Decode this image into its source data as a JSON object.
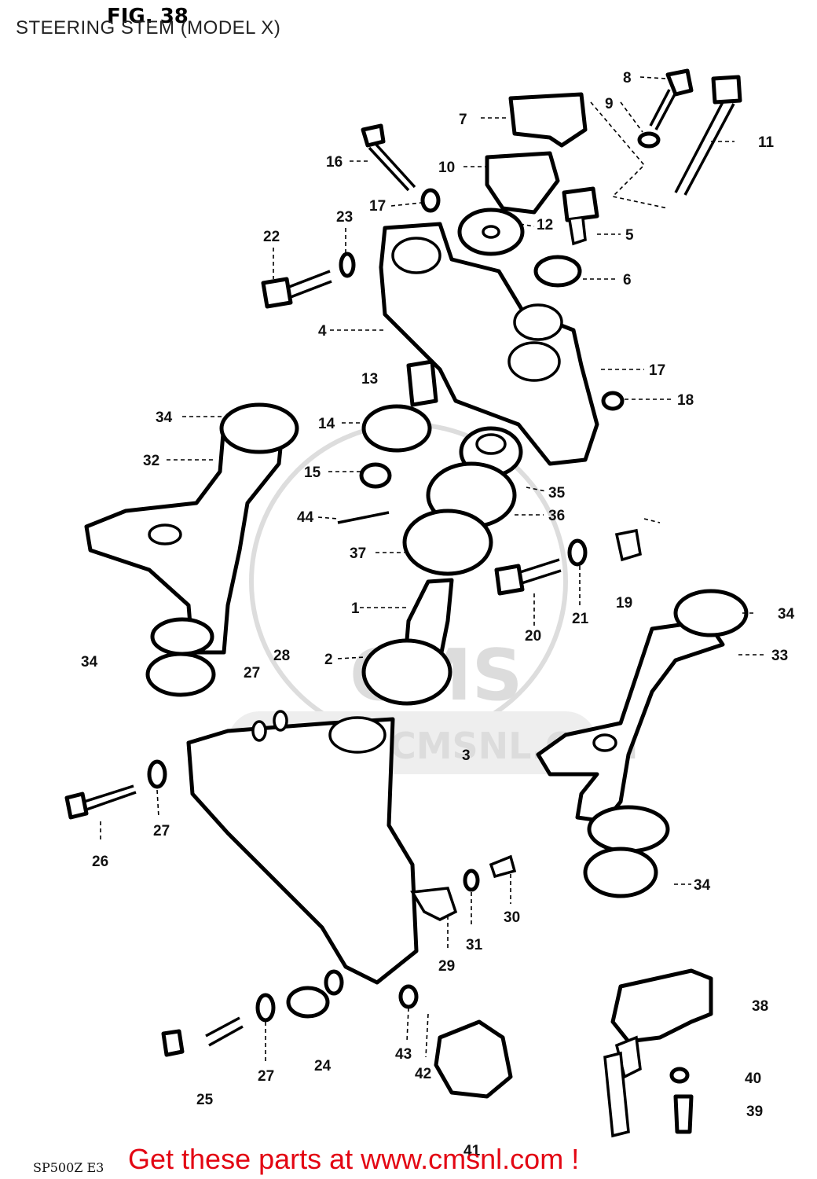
{
  "header": {
    "title": "STEERING STEM (MODEL X)",
    "fig_label": "FIG. 38"
  },
  "footer": {
    "code": "SP500Z E3",
    "link_text": "Get these parts at www.cmsnl.com !"
  },
  "watermark": {
    "logo": "CMS",
    "url": "WWW.CMSNL.COM"
  },
  "callouts": [
    "1",
    "2",
    "3",
    "4",
    "5",
    "6",
    "7",
    "8",
    "9",
    "10",
    "11",
    "12",
    "13",
    "14",
    "15",
    "16",
    "17",
    "18",
    "19",
    "20",
    "21",
    "22",
    "23",
    "24",
    "25",
    "26",
    "27",
    "28",
    "29",
    "30",
    "31",
    "32",
    "33",
    "34",
    "35",
    "36",
    "37",
    "38",
    "39",
    "40",
    "41",
    "42",
    "43",
    "44"
  ],
  "colors": {
    "link": "#e30613",
    "ink": "#000000",
    "watermark": "#dddddd"
  }
}
